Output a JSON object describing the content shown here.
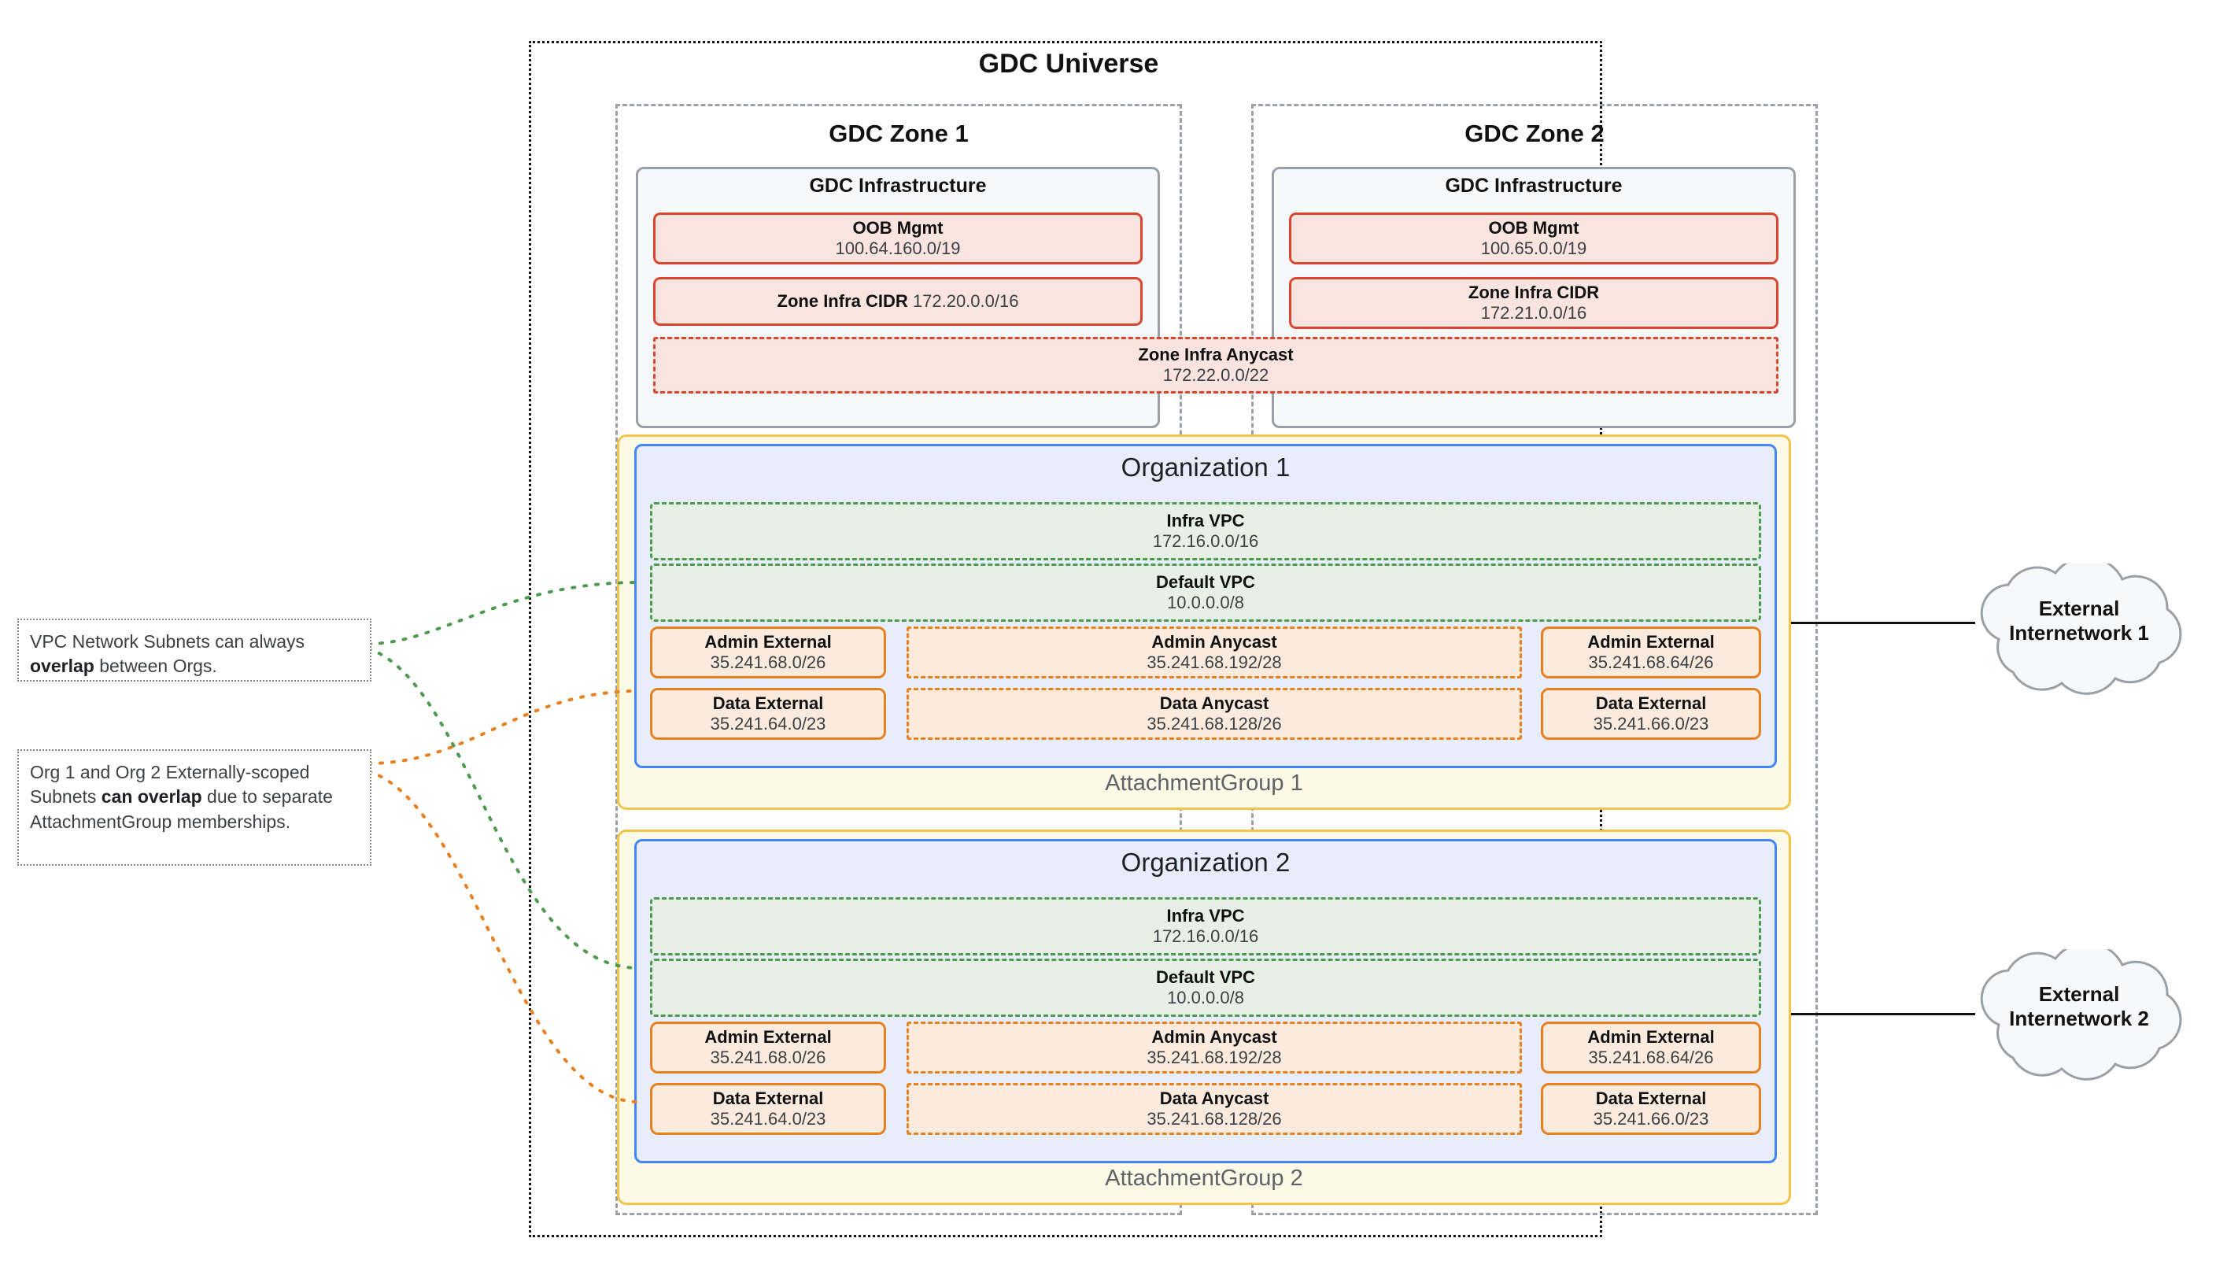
{
  "universe": {
    "title": "GDC Universe"
  },
  "zones": [
    {
      "title": "GDC Zone 1",
      "infra_title": "GDC Infrastructure",
      "oob": {
        "label": "OOB Mgmt",
        "cidr": "100.64.160.0/19"
      },
      "zone_infra_cidr": {
        "label": "Zone Infra CIDR",
        "cidr": "172.20.0.0/16",
        "inline": true
      }
    },
    {
      "title": "GDC Zone 2",
      "infra_title": "GDC Infrastructure",
      "oob": {
        "label": "OOB Mgmt",
        "cidr": "100.65.0.0/19"
      },
      "zone_infra_cidr": {
        "label": "Zone Infra CIDR",
        "cidr": "172.21.0.0/16",
        "inline": false
      }
    }
  ],
  "zone_infra_anycast": {
    "label": "Zone Infra Anycast",
    "cidr": "172.22.0.0/22"
  },
  "organizations": [
    {
      "title": "Organization 1",
      "attachment_group": "AttachmentGroup 1",
      "infra_vpc": {
        "label": "Infra VPC",
        "cidr": "172.16.0.0/16"
      },
      "default_vpc": {
        "label": "Default VPC",
        "cidr": "10.0.0.0/8"
      },
      "admin_external_left": {
        "label": "Admin External",
        "cidr": "35.241.68.0/26"
      },
      "admin_anycast": {
        "label": "Admin Anycast",
        "cidr": "35.241.68.192/28"
      },
      "admin_external_right": {
        "label": "Admin External",
        "cidr": "35.241.68.64/26"
      },
      "data_external_left": {
        "label": "Data External",
        "cidr": "35.241.64.0/23"
      },
      "data_anycast": {
        "label": "Data Anycast",
        "cidr": "35.241.68.128/26"
      },
      "data_external_right": {
        "label": "Data External",
        "cidr": "35.241.66.0/23"
      }
    },
    {
      "title": "Organization 2",
      "attachment_group": "AttachmentGroup 2",
      "infra_vpc": {
        "label": "Infra VPC",
        "cidr": "172.16.0.0/16"
      },
      "default_vpc": {
        "label": "Default VPC",
        "cidr": "10.0.0.0/8"
      },
      "admin_external_left": {
        "label": "Admin External",
        "cidr": "35.241.68.0/26"
      },
      "admin_anycast": {
        "label": "Admin Anycast",
        "cidr": "35.241.68.192/28"
      },
      "admin_external_right": {
        "label": "Admin External",
        "cidr": "35.241.68.64/26"
      },
      "data_external_left": {
        "label": "Data External",
        "cidr": "35.241.64.0/23"
      },
      "data_anycast": {
        "label": "Data Anycast",
        "cidr": "35.241.68.128/26"
      },
      "data_external_right": {
        "label": "Data External",
        "cidr": "35.241.66.0/23"
      }
    }
  ],
  "clouds": [
    {
      "line1": "External",
      "line2": "Internetwork 1"
    },
    {
      "line1": "External",
      "line2": "Internetwork 2"
    }
  ],
  "callouts": [
    {
      "pre": "VPC Network Subnets can always ",
      "bold": "overlap",
      "post": " between Orgs."
    },
    {
      "pre": "Org 1 and Org 2 Externally-scoped Subnets ",
      "bold": "can overlap",
      "post": " due to separate AttachmentGroup memberships."
    }
  ],
  "colors": {
    "universe_border": "#111111",
    "zone_border": "#9aa0a6",
    "infra_border": "#9aa0a6",
    "infra_fill": "#f6f8fa",
    "cidr_border": "#d9462e",
    "cidr_fill": "#f9e4e0",
    "attachment_border": "#f3c34a",
    "attachment_fill": "#fdf9e7",
    "org_border": "#4285f4",
    "org_fill": "#e8edfb",
    "vpc_border": "#4e9a51",
    "vpc_fill": "#e7f0e7",
    "subnet_border": "#e8801f",
    "subnet_fill": "#fbeade",
    "cloud_border": "#9aa0a6",
    "cloud_fill": "#f6f8fa",
    "callout_border": "#80868b",
    "connector": "#111111"
  }
}
